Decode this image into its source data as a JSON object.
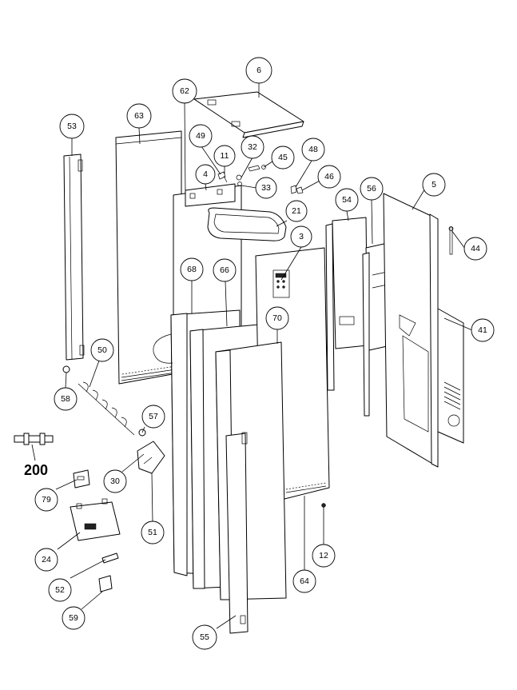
{
  "diagram": {
    "callouts": [
      {
        "id": "c6",
        "text": "6"
      },
      {
        "id": "c62",
        "text": "62"
      },
      {
        "id": "c63",
        "text": "63"
      },
      {
        "id": "c53",
        "text": "53"
      },
      {
        "id": "c49",
        "text": "49"
      },
      {
        "id": "c11",
        "text": "11"
      },
      {
        "id": "c32",
        "text": "32"
      },
      {
        "id": "c45",
        "text": "45"
      },
      {
        "id": "c48",
        "text": "48"
      },
      {
        "id": "c4",
        "text": "4"
      },
      {
        "id": "c33",
        "text": "33"
      },
      {
        "id": "c46",
        "text": "46"
      },
      {
        "id": "c21",
        "text": "21"
      },
      {
        "id": "c54",
        "text": "54"
      },
      {
        "id": "c56",
        "text": "56"
      },
      {
        "id": "c5",
        "text": "5"
      },
      {
        "id": "c3",
        "text": "3"
      },
      {
        "id": "c44",
        "text": "44"
      },
      {
        "id": "c68",
        "text": "68"
      },
      {
        "id": "c66",
        "text": "66"
      },
      {
        "id": "c70",
        "text": "70"
      },
      {
        "id": "c41",
        "text": "41"
      },
      {
        "id": "c50",
        "text": "50"
      },
      {
        "id": "c58",
        "text": "58"
      },
      {
        "id": "c57",
        "text": "57"
      },
      {
        "id": "c30",
        "text": "30"
      },
      {
        "id": "c79",
        "text": "79"
      },
      {
        "id": "c51",
        "text": "51"
      },
      {
        "id": "c24",
        "text": "24"
      },
      {
        "id": "c12",
        "text": "12"
      },
      {
        "id": "c52",
        "text": "52"
      },
      {
        "id": "c64",
        "text": "64"
      },
      {
        "id": "c59",
        "text": "59"
      },
      {
        "id": "c55",
        "text": "55"
      }
    ],
    "part_200_label": "200"
  }
}
